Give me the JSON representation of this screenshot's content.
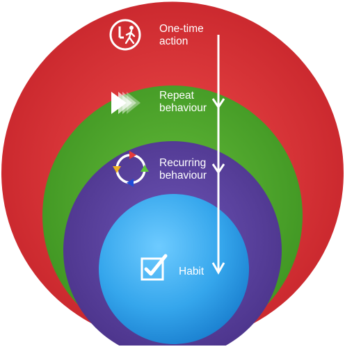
{
  "stages": [
    {
      "line1": "One-time",
      "line2": "action",
      "icon": "person-clock-icon",
      "color": "#d9363a"
    },
    {
      "line1": "Repeat",
      "line2": "behaviour",
      "icon": "repeat-chevrons-icon",
      "color": "#4aa22a"
    },
    {
      "line1": "Recurring",
      "line2": "behaviour",
      "icon": "cycle-arrows-icon",
      "color": "#5a3f9e"
    },
    {
      "line1": "Habit",
      "line2": "",
      "icon": "checkbox-icon",
      "color": "#3aa8e8"
    }
  ]
}
